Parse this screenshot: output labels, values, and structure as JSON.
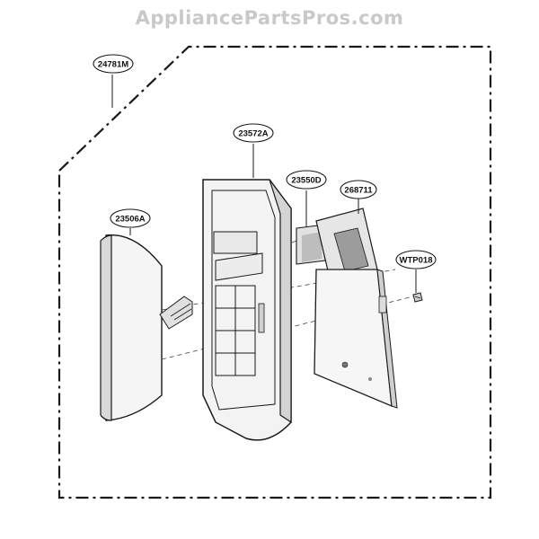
{
  "watermark": "AppliancePartsPros.com",
  "parts": {
    "frame": "24781M",
    "control_panel": "23572A",
    "membrane": "23550D",
    "pcb": "268711",
    "door_cover": "23506A",
    "screw": "WTP018"
  },
  "colors": {
    "line": "#1a1a1a",
    "panel_fill": "#f4f4f4",
    "shade": "#d6d6d6",
    "watermark": "#c9c9c9"
  }
}
